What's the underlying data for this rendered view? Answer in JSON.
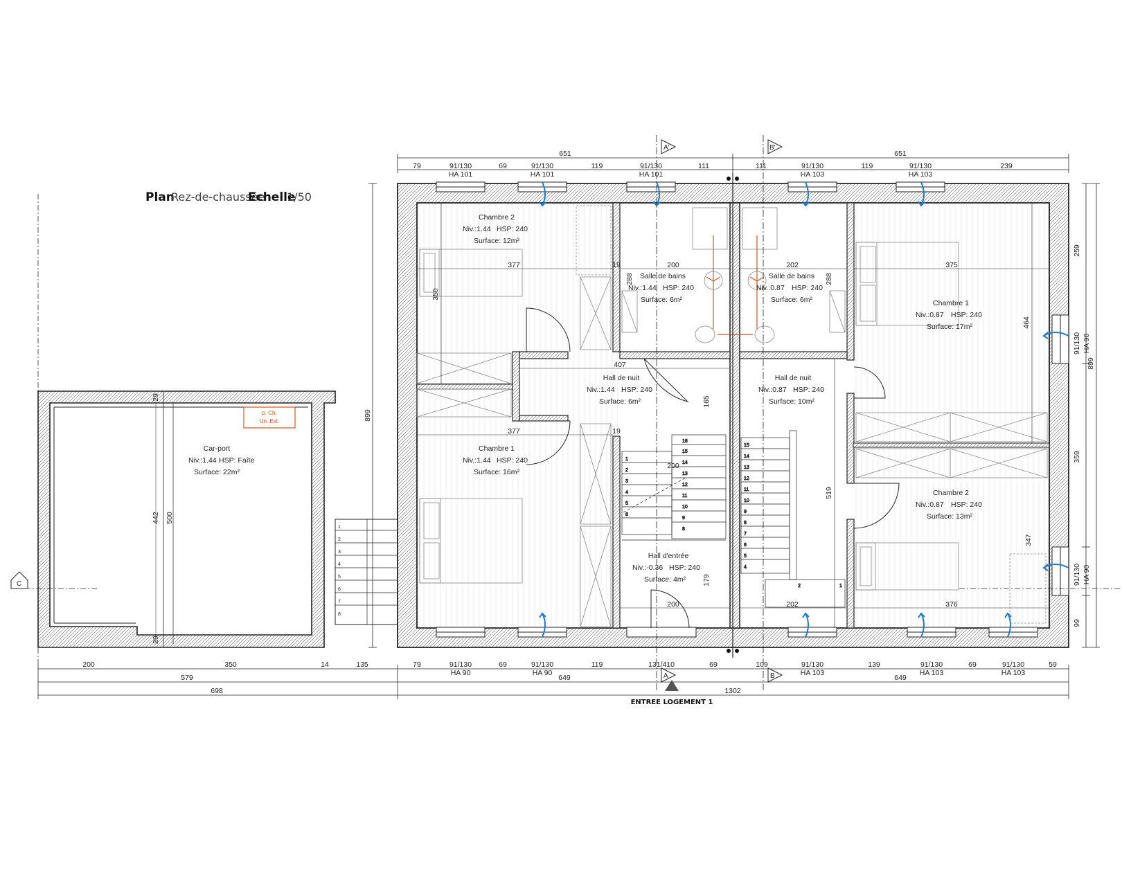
{
  "title": {
    "plan": "Plan",
    "level": "Rez-de-chaussée",
    "scale_label": "Echelle",
    "scale_value": "1/50"
  },
  "entrance": "ENTREE LOGEMENT 1",
  "outlet_label": [
    "p. Ch.",
    "Un. Ext."
  ],
  "section_marks": [
    "A'",
    "B'",
    "A",
    "B",
    "C"
  ],
  "rooms": [
    {
      "id": "carport",
      "name": "Car-port",
      "niv": "Niv.:1.44",
      "hsp": "HSP: Faîte",
      "surface": "Surface: 22m²"
    },
    {
      "id": "l_ch2",
      "name": "Chambre 2",
      "niv": "Niv.:1.44",
      "hsp": "HSP: 240",
      "surface": "Surface: 12m²"
    },
    {
      "id": "l_sdb",
      "name": "Salle de bains",
      "niv": "Niv.:1.44",
      "hsp": "HSP: 240",
      "surface": "Surface: 6m²"
    },
    {
      "id": "l_hall",
      "name": "Hall de nuit",
      "niv": "Niv.:1.44",
      "hsp": "HSP: 240",
      "surface": "Surface: 6m²"
    },
    {
      "id": "l_ch1",
      "name": "Chambre 1",
      "niv": "Niv.:1.44",
      "hsp": "HSP: 240",
      "surface": "Surface: 16m²"
    },
    {
      "id": "l_entree",
      "name": "Hall d'entrée",
      "niv": "Niv.:-0.36",
      "hsp": "HSP: 240",
      "surface": "Surface: 4m²"
    },
    {
      "id": "r_sdb",
      "name": "Salle de bains",
      "niv": "Niv.:0.87",
      "hsp": "HSP: 240",
      "surface": "Surface: 6m²"
    },
    {
      "id": "r_hall",
      "name": "Hall de nuit",
      "niv": "Niv.:0.87",
      "hsp": "HSP: 240",
      "surface": "Surface: 10m²"
    },
    {
      "id": "r_ch1",
      "name": "Chambre 1",
      "niv": "Niv.:0.87",
      "hsp": "HSP: 240",
      "surface": "Surface: 17m²"
    },
    {
      "id": "r_ch2",
      "name": "Chambre 2",
      "niv": "Niv.:0.87",
      "hsp": "HSP: 240",
      "surface": "Surface: 13m²"
    }
  ],
  "dims": {
    "top_total_left": "651",
    "top_total_right": "651",
    "top_row": [
      "79",
      "69",
      "119",
      "111",
      "111",
      "119",
      "239"
    ],
    "win_top": [
      "91/130",
      "91/130",
      "91/130",
      "91/130",
      "91/130"
    ],
    "win_top_ha": [
      "HA 101",
      "HA 101",
      "HA 101",
      "HA 103",
      "HA 103"
    ],
    "bottom_row": [
      "200",
      "350",
      "14",
      "135",
      "79",
      "69",
      "119",
      "131/410",
      "69",
      "109",
      "139",
      "69",
      "59"
    ],
    "win_bottom": [
      "91/130",
      "91/130",
      "91/130",
      "91/130",
      "91/130"
    ],
    "win_bottom_ha": [
      "HA 90",
      "HA 90",
      "HA 103",
      "HA 103",
      "HA 103"
    ],
    "bottom_sub": [
      "579",
      "649",
      "649"
    ],
    "bottom_total": [
      "698",
      "1302"
    ],
    "right_side": [
      "259",
      "899",
      "359",
      "347",
      "99"
    ],
    "win_right": [
      "91/130",
      "91/130"
    ],
    "win_right_ha": [
      "HA 90",
      "HA 90"
    ],
    "left_overall": "899",
    "carport_v": [
      "29",
      "442",
      "500",
      "29"
    ],
    "interior": [
      "377",
      "19",
      "200",
      "202",
      "288",
      "288",
      "350",
      "407",
      "165",
      "377",
      "19",
      "200",
      "179",
      "200",
      "202",
      "375",
      "376",
      "464",
      "519"
    ]
  }
}
